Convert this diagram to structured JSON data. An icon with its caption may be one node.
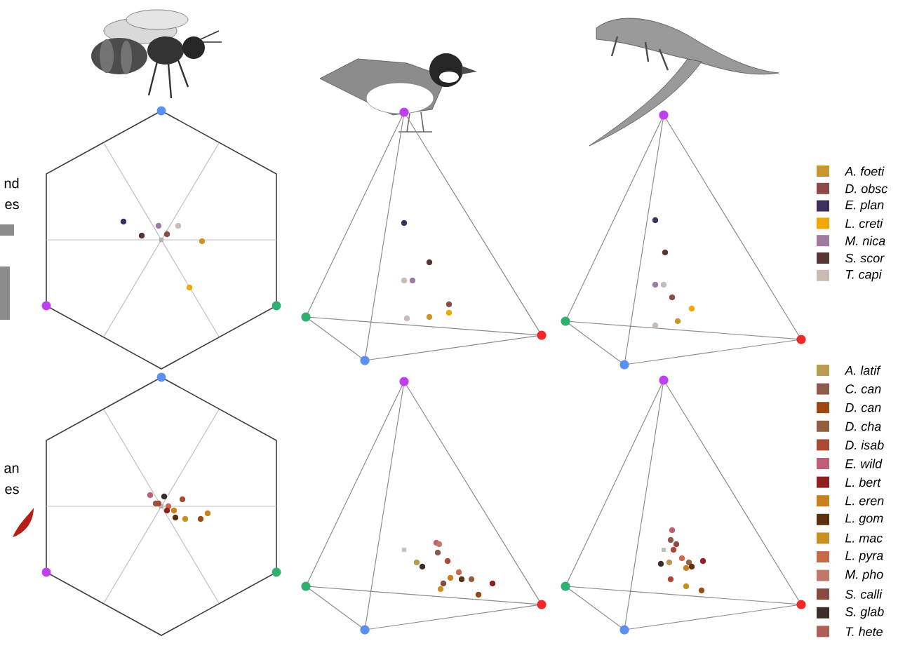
{
  "diagram": {
    "labels": [
      "nd es",
      "an es"
    ],
    "legend": [
      {
        "text": "*A. foeti*",
        "color": "#c8962a"
      },
      {
        "text": "*D. obsc*",
        "color": "#8b4a45"
      },
      {
        "text": "*E. plan*",
        "color": "#3d2e5e"
      },
      {
        "text": "*L. creti*",
        "color": "#f0a800"
      },
      {
        "text": "*M. nica*",
        "color": "#a07aa0"
      },
      {
        "text": "*S. scor*",
        "color": "#5a3535"
      },
      {
        "text": "*T. capi*",
        "color": "#c8bcb5"
      },
      {
        "text": "*A. latif*",
        "color": "#b89a50"
      },
      {
        "text": "*C. can*",
        "color": "#8e5a4a"
      },
      {
        "text": "*D. can*",
        "color": "#9c4a10"
      },
      {
        "text": "*D. cha*",
        "color": "#93603f"
      },
      {
        "text": "*D. isab*",
        "color": "#a84a35"
      },
      {
        "text": "*E. wild*",
        "color": "#c06078"
      },
      {
        "text": "*L. bert*",
        "color": "#8e2020"
      },
      {
        "text": "*L. eren*",
        "color": "#c8801e"
      },
      {
        "text": "*L. gom*",
        "color": "#5a3010"
      },
      {
        "text": "*L. mac*",
        "color": "#c89020"
      },
      {
        "text": "*L. pyra*",
        "color": "#c86848"
      },
      {
        "text": "*M. pho*",
        "color": "#c07868"
      },
      {
        "text": "*S. calli*",
        "color": "#8a4a40"
      },
      {
        "text": "*S. glab*",
        "color": "#3e2e2a"
      },
      {
        "text": "*T. hete*",
        "color": "#b06055"
      }
    ]
  }
}
